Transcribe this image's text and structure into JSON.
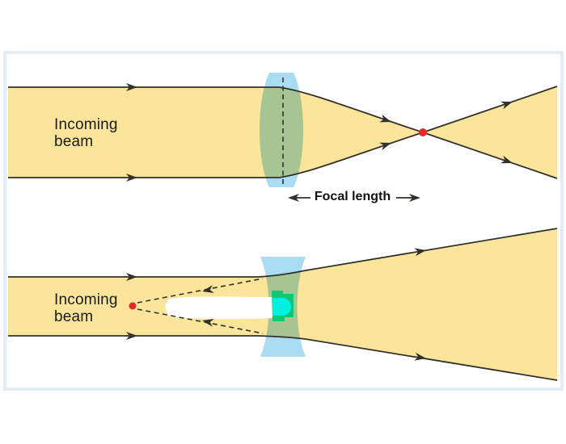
{
  "figure": {
    "description_visible_text_only": true,
    "labels": {
      "top_beam": "Incoming beam",
      "bottom_beam": "Incoming beam",
      "focal_length": "Focal length"
    },
    "icons": {
      "ray_arrowhead": "solid right-pointing arrowhead on light rays",
      "dashed_ray_arrowhead": "arrowhead on dashed virtual rays pointing to virtual focus",
      "focal_span_arrows": "left and right arrows spanning focal length",
      "focal_point_dot": "red dot marking focal point",
      "virtual_focus_dot": "red dot marking virtual focal point"
    },
    "colors": {
      "page-bg": "#ffffff",
      "frame-border": "#e4edf4",
      "beam-yellow": "#fae59b",
      "lens-blue": "#a9dcf2",
      "edge-dark": "#33312c",
      "focal-red": "#e8272b",
      "object-green": "#10c874",
      "object-cyan": "#00efe2"
    }
  }
}
